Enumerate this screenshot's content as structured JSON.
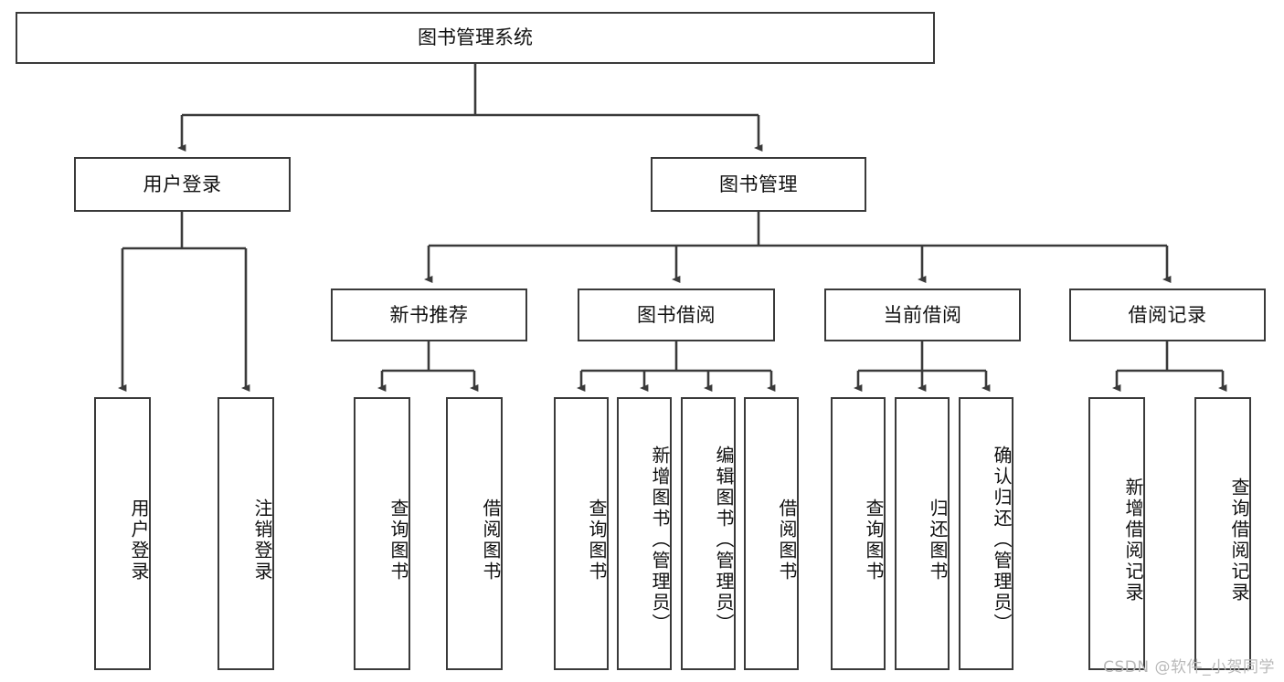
{
  "diagram": {
    "title": "图书管理系统",
    "type": "tree",
    "watermark": "CSDN @软件_小贺同学",
    "colors": {
      "border": "#3a3a3a",
      "background": "#ffffff",
      "text": "#111111",
      "watermark": "#b9b9b9"
    },
    "root": {
      "label": "图书管理系统"
    },
    "level1": [
      {
        "label": "用户登录"
      },
      {
        "label": "图书管理"
      }
    ],
    "level2": [
      {
        "label": "新书推荐"
      },
      {
        "label": "图书借阅"
      },
      {
        "label": "当前借阅"
      },
      {
        "label": "借阅记录"
      }
    ],
    "leaves": {
      "user_login": [
        {
          "label": "用户登录"
        },
        {
          "label": "注销登录"
        }
      ],
      "new_book_recommend": [
        {
          "label": "查询图书"
        },
        {
          "label": "借阅图书"
        }
      ],
      "book_borrow": [
        {
          "label": "查询图书"
        },
        {
          "label": "新增图书（管理员）"
        },
        {
          "label": "编辑图书（管理员）"
        },
        {
          "label": "借阅图书"
        }
      ],
      "current_borrow": [
        {
          "label": "查询图书"
        },
        {
          "label": "归还图书"
        },
        {
          "label": "确认归还（管理员）"
        }
      ],
      "borrow_record": [
        {
          "label": "新增借阅记录"
        },
        {
          "label": "查询借阅记录"
        }
      ]
    }
  }
}
